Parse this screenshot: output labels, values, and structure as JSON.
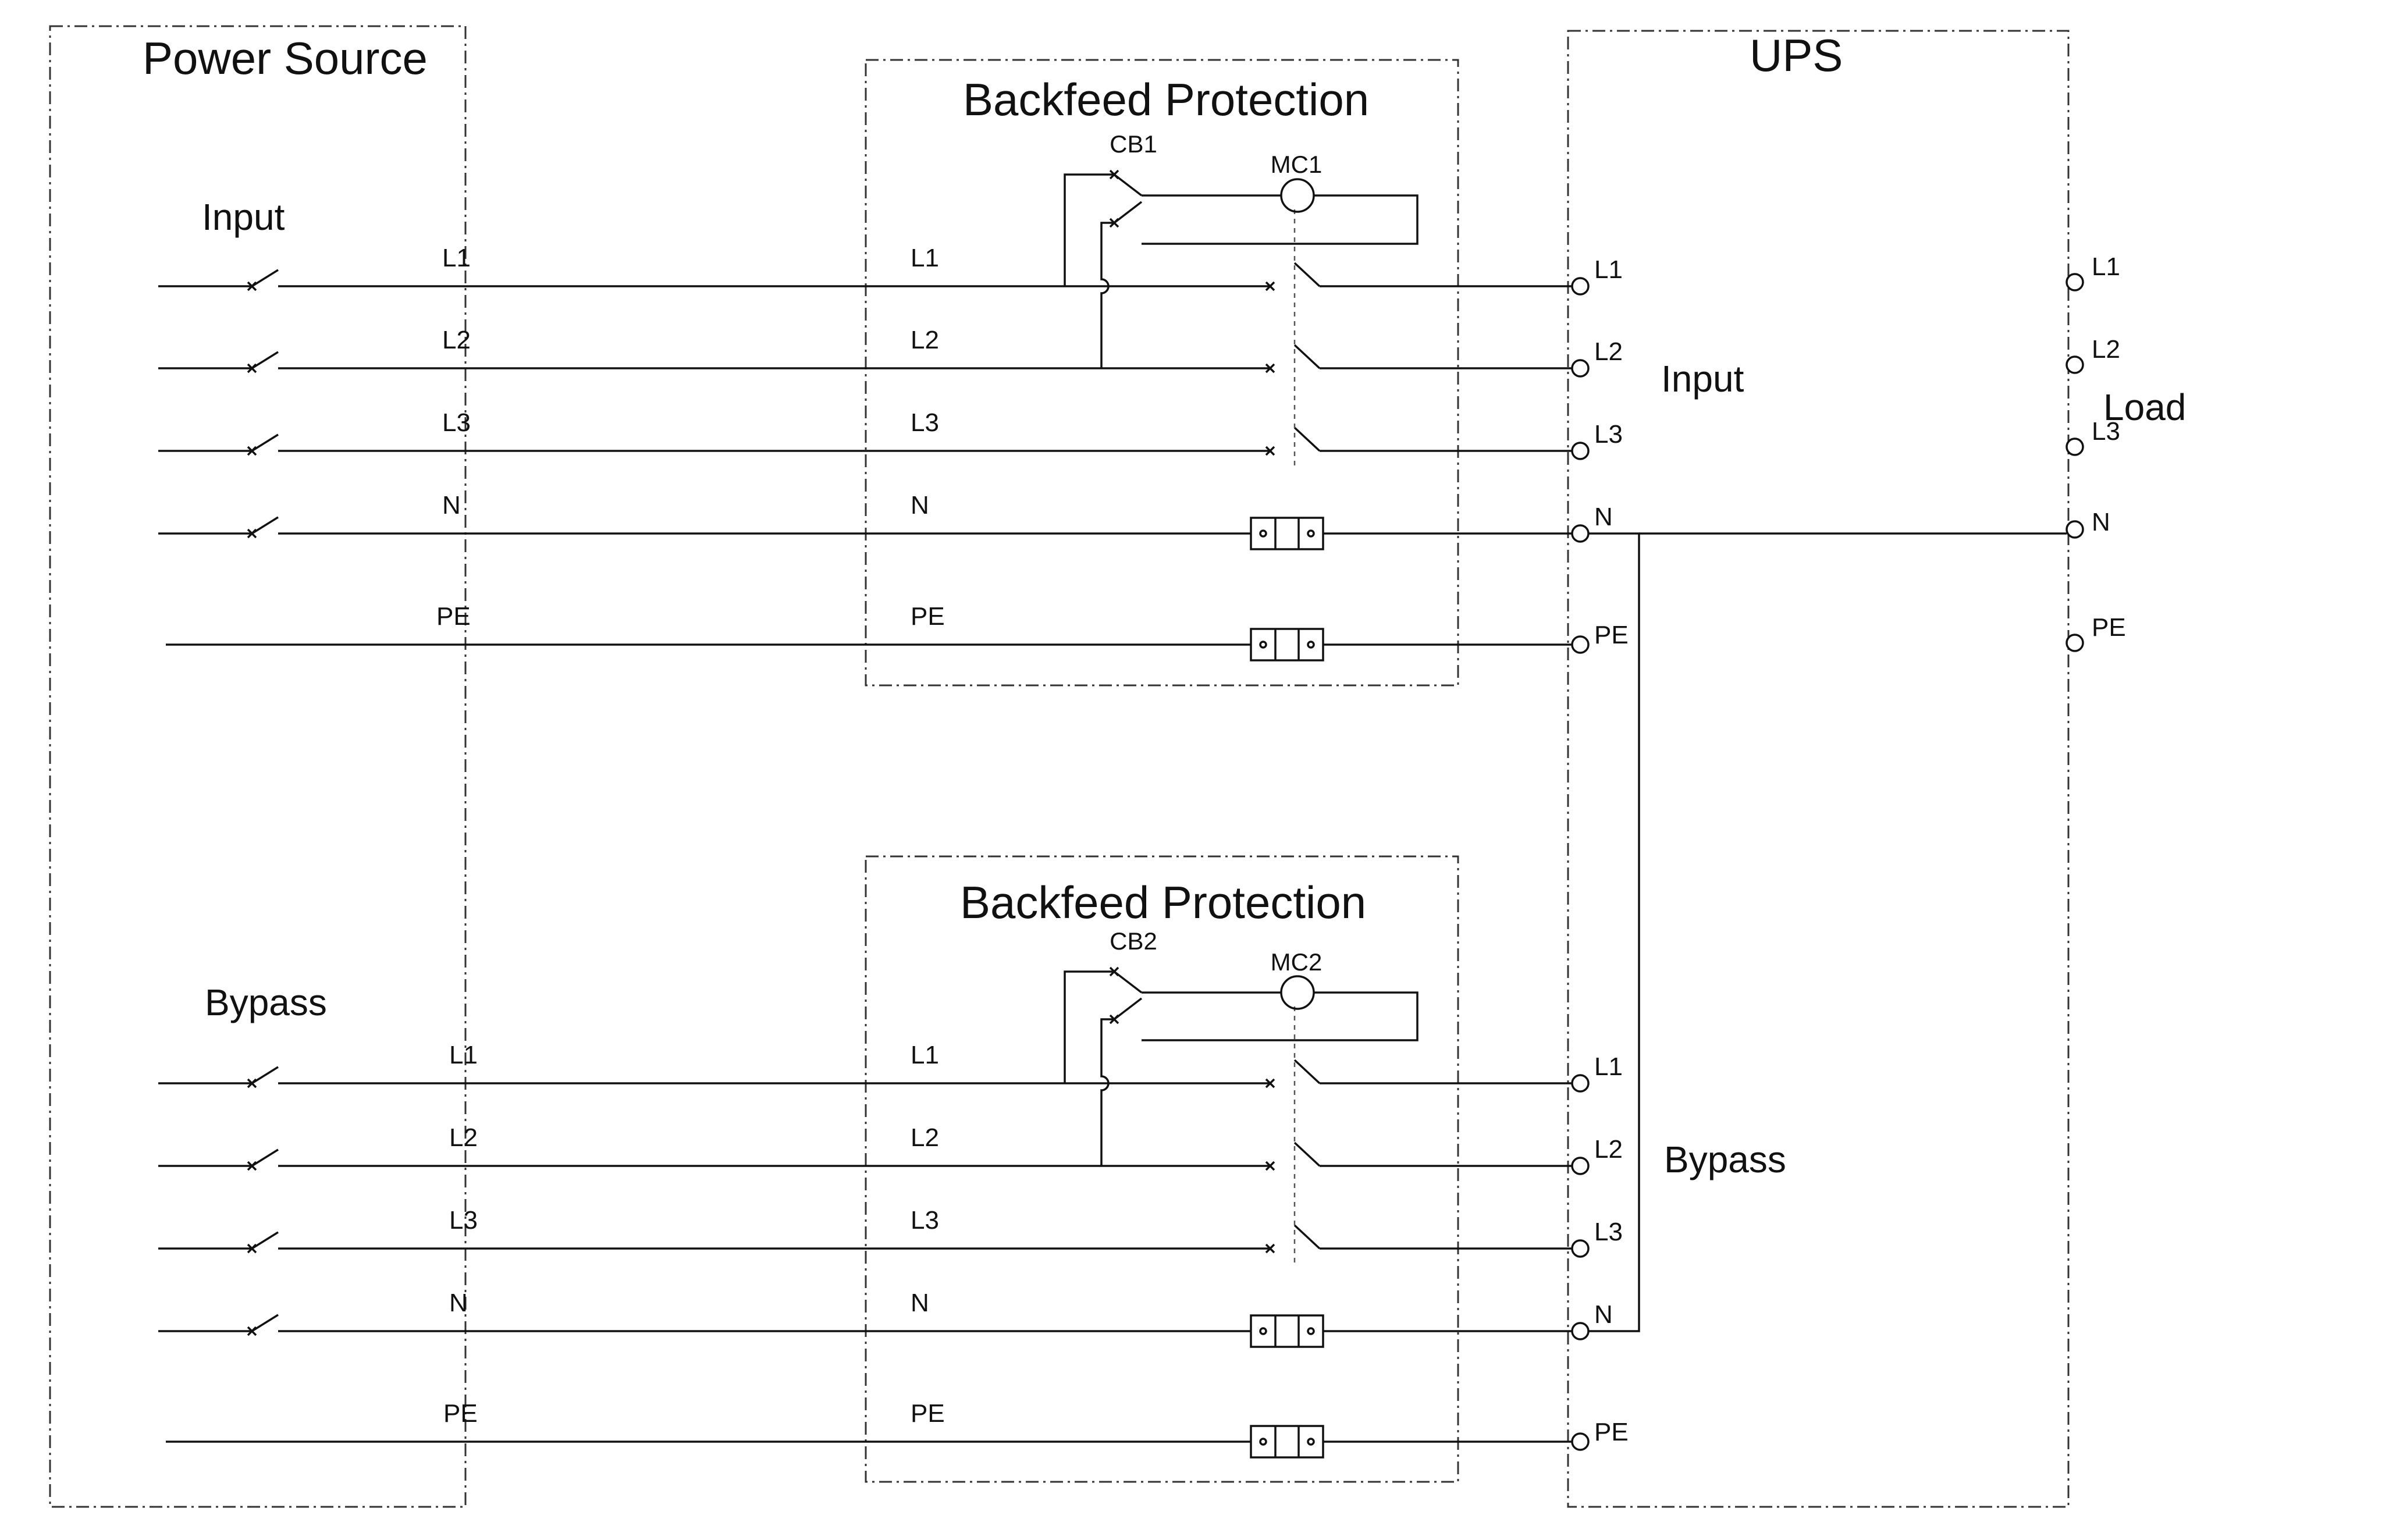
{
  "boxes": {
    "power_source": "Power Source",
    "backfeed_top": "Backfeed Protection",
    "backfeed_bottom": "Backfeed Protection",
    "ups": "UPS"
  },
  "groups": {
    "input": "Input",
    "bypass": "Bypass",
    "ups_input": "Input",
    "ups_bypass": "Bypass",
    "load": "Load"
  },
  "devices": {
    "cb1": "CB1",
    "mc1": "MC1",
    "cb2": "CB2",
    "mc2": "MC2"
  },
  "conductors": [
    "L1",
    "L2",
    "L3",
    "N",
    "PE"
  ]
}
